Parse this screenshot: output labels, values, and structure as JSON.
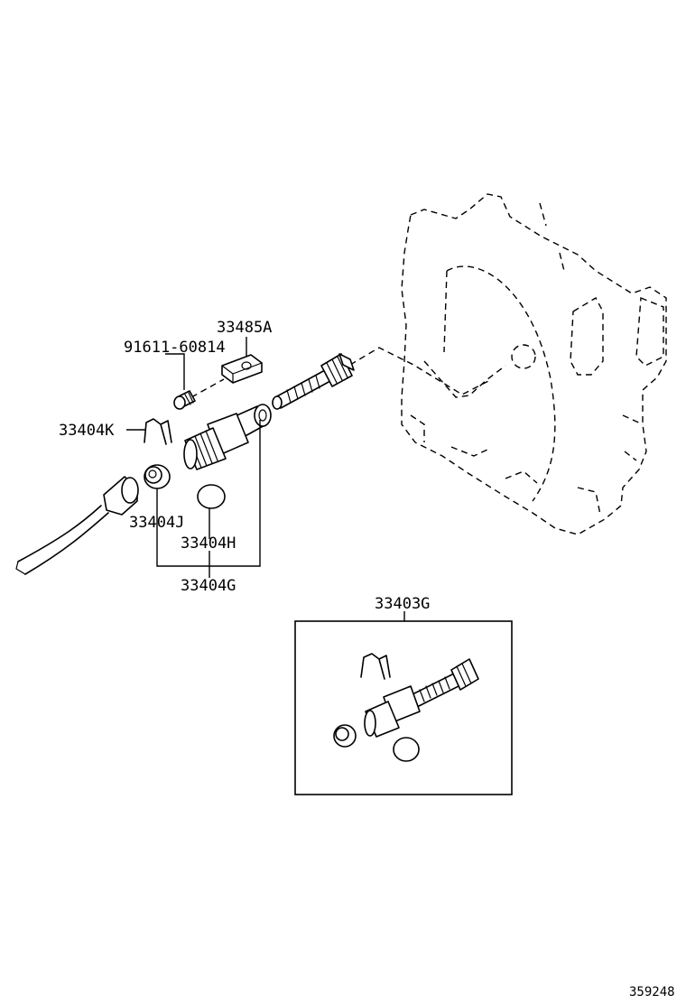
{
  "labels": {
    "bracket": "33485A",
    "bolt": "91611-60814",
    "clip": "33404K",
    "sleeve": "33404J",
    "oring": "33404H",
    "subassy": "33404G",
    "kit": "33403G"
  },
  "reference_number": "359248"
}
